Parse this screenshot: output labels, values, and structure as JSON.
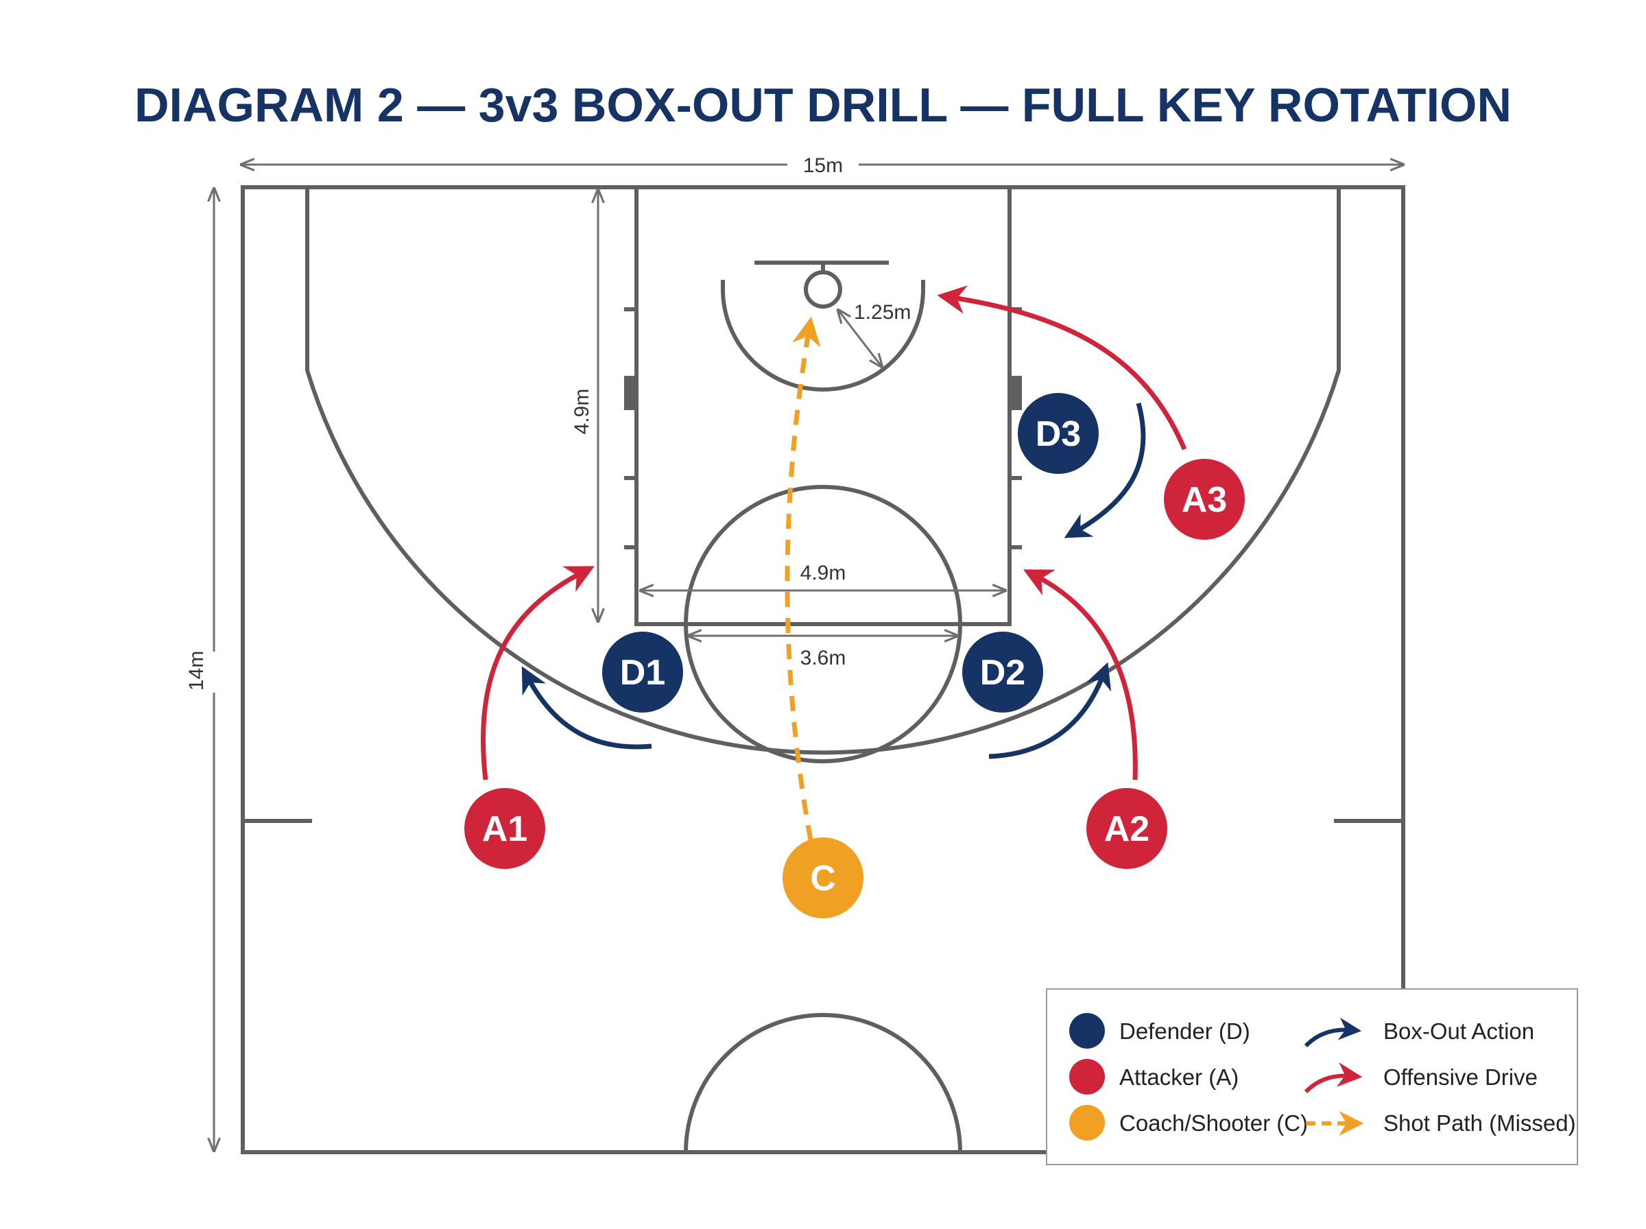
{
  "title": "DIAGRAM 2 — 3v3 BOX-OUT DRILL — FULL KEY ROTATION",
  "dimensions": {
    "court_width": "15m",
    "court_length": "14m",
    "key_length": "4.9m",
    "key_width": "4.9m",
    "circle_diameter": "3.6m",
    "restricted_radius": "1.25m"
  },
  "players": {
    "d1": "D1",
    "d2": "D2",
    "d3": "D3",
    "a1": "A1",
    "a2": "A2",
    "a3": "A3",
    "coach": "C"
  },
  "legend": {
    "defender": "Defender (D)",
    "attacker": "Attacker (A)",
    "coach": "Coach/Shooter (C)",
    "box_out": "Box-Out Action",
    "drive": "Offensive Drive",
    "shot": "Shot Path (Missed)"
  },
  "colors": {
    "defender": "#163366",
    "attacker": "#d0243a",
    "coach": "#f0a023",
    "lines": "#5f5f5f"
  }
}
